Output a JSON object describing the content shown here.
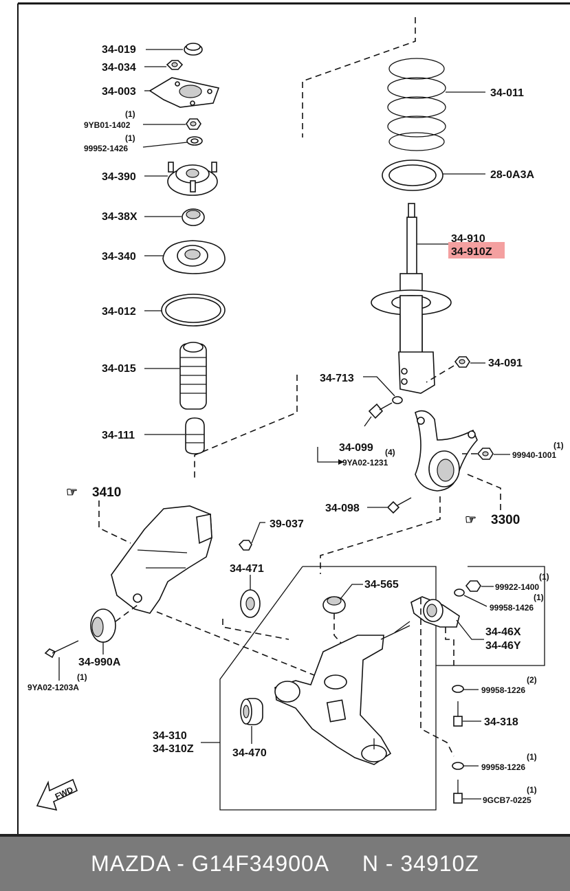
{
  "labels": {
    "p34019": "34-019",
    "p34034": "34-034",
    "p34003": "34-003",
    "q9yb01": "(1)",
    "p9yb01": "9YB01-1402",
    "q99952": "(1)",
    "p99952": "99952-1426",
    "p34390": "34-390",
    "p3438x": "34-38X",
    "p34340": "34-340",
    "p34012": "34-012",
    "p34015": "34-015",
    "p34111": "34-111",
    "p34011": "34-011",
    "p280a3a": "28-0A3A",
    "p34910": "34-910",
    "p34910z": "34-910Z",
    "p34713": "34-713",
    "p34091": "34-091",
    "p34099": "34-099",
    "q9ya02_1231": "(4)",
    "p9ya02_1231": "9YA02-1231",
    "q99940": "(1)",
    "p99940": "99940-1001",
    "p34098": "34-098",
    "ref3410": "3410",
    "ref3300": "3300",
    "p39037": "39-037",
    "p34471": "34-471",
    "p34565": "34-565",
    "q99922": "(1)",
    "p99922": "99922-1400",
    "q99958a": "(1)",
    "p99958a": "99958-1426",
    "p3446x": "34-46X",
    "p3446y": "34-46Y",
    "p34990a": "34-990A",
    "q9ya02_1203": "(1)",
    "p9ya02_1203": "9YA02-1203A",
    "q99958b": "(2)",
    "p99958b": "99958-1226",
    "p34318": "34-318",
    "p34310": "34-310",
    "p34310z": "34-310Z",
    "p34470": "34-470",
    "q99958c": "(1)",
    "p99958c": "99958-1226",
    "q9gcb7": "(1)",
    "p9gcb7": "9GCB7-0225",
    "fwd": "FWD"
  },
  "highlight_color": "#f4a0a0",
  "footer": {
    "text": "MAZDA - G14F34900A     N - 34910Z"
  }
}
